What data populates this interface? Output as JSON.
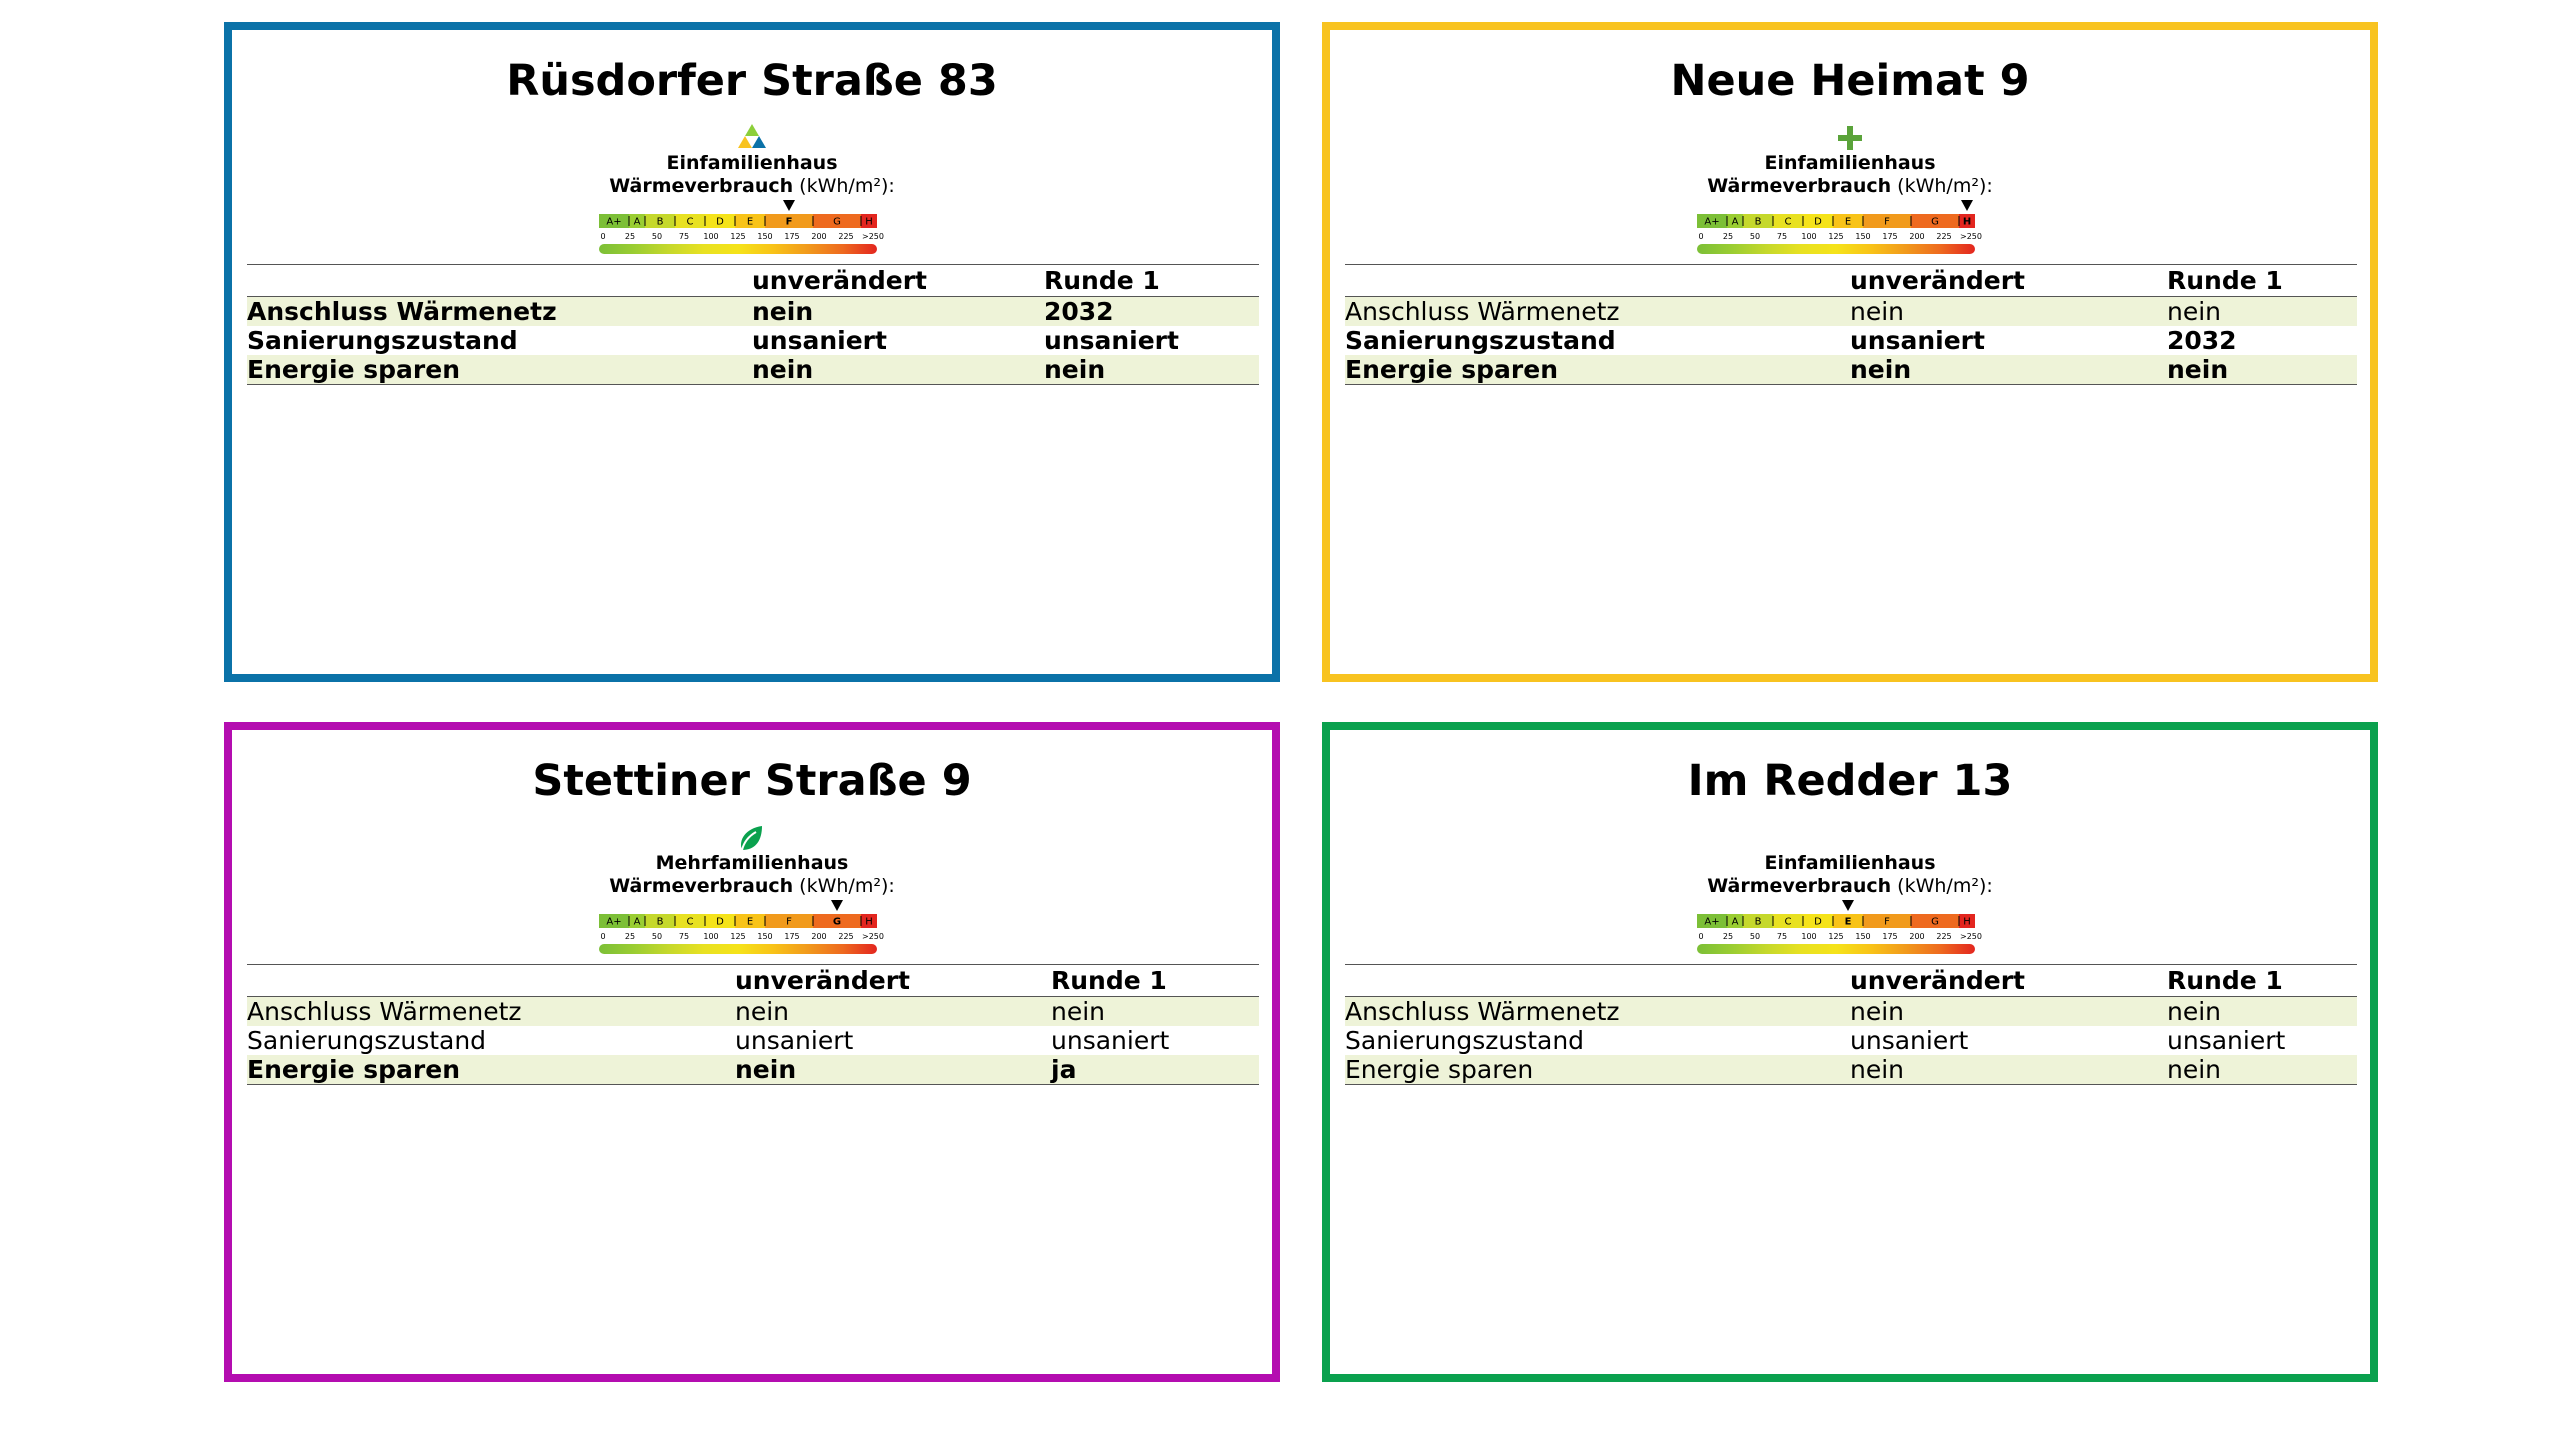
{
  "scale": {
    "classes": [
      "A+",
      "A",
      "B",
      "C",
      "D",
      "E",
      "F",
      "G",
      "H"
    ],
    "class_colors": [
      "#7cbf37",
      "#9acd32",
      "#c5d82c",
      "#e8e122",
      "#f5e31a",
      "#f8c318",
      "#f19a1c",
      "#ee6a1f",
      "#e3261f"
    ],
    "ticks": [
      "0",
      "25",
      "50",
      "75",
      "100",
      "125",
      "150",
      "175",
      "200",
      "225",
      ">250"
    ]
  },
  "cards": [
    {
      "title": "Rüsdorfer Straße 83",
      "icon": "triangle-cluster-icon",
      "frame_color": "#0b72a8",
      "building_type": "Einfamilienhaus",
      "consumption_label_bold": "Wärmeverbrauch",
      "consumption_label_unit": " (kWh/m²):",
      "current_class": "F",
      "headers": [
        "",
        "unverändert",
        "Runde 1"
      ],
      "rows": [
        {
          "label": "Anschluss Wärmenetz",
          "a": "nein",
          "b": "2032",
          "bold": true
        },
        {
          "label": "Sanierungszustand",
          "a": "unsaniert",
          "b": "unsaniert",
          "bold": true
        },
        {
          "label": "Energie sparen",
          "a": "nein",
          "b": "nein",
          "bold": true
        }
      ]
    },
    {
      "title": "Neue Heimat 9",
      "icon": "plus-icon",
      "frame_color": "#f8c320",
      "building_type": "Einfamilienhaus",
      "consumption_label_bold": "Wärmeverbrauch",
      "consumption_label_unit": " (kWh/m²):",
      "current_class": "H",
      "headers": [
        "",
        "unverändert",
        "Runde 1"
      ],
      "rows": [
        {
          "label": "Anschluss Wärmenetz",
          "a": "nein",
          "b": "nein",
          "bold": false
        },
        {
          "label": "Sanierungszustand",
          "a": "unsaniert",
          "b": "2032",
          "bold": true
        },
        {
          "label": "Energie sparen",
          "a": "nein",
          "b": "nein",
          "bold": true
        }
      ]
    },
    {
      "title": "Stettiner Straße 9",
      "icon": "leaf-icon",
      "frame_color": "#b40db0",
      "building_type": "Mehrfamilienhaus",
      "consumption_label_bold": "Wärmeverbrauch",
      "consumption_label_unit": " (kWh/m²):",
      "current_class": "G",
      "headers": [
        "",
        "unverändert",
        "Runde 1"
      ],
      "rows": [
        {
          "label": "Anschluss Wärmenetz",
          "a": "nein",
          "b": "nein",
          "bold": false
        },
        {
          "label": "Sanierungszustand",
          "a": "unsaniert",
          "b": "unsaniert",
          "bold": false
        },
        {
          "label": "Energie sparen",
          "a": "nein",
          "b": "ja",
          "bold": true
        }
      ]
    },
    {
      "title": "Im Redder 13",
      "icon": "",
      "frame_color": "#0aa14e",
      "building_type": "Einfamilienhaus",
      "consumption_label_bold": "Wärmeverbrauch",
      "consumption_label_unit": " (kWh/m²):",
      "current_class": "E",
      "headers": [
        "",
        "unverändert",
        "Runde 1"
      ],
      "rows": [
        {
          "label": "Anschluss Wärmenetz",
          "a": "nein",
          "b": "nein",
          "bold": false
        },
        {
          "label": "Sanierungszustand",
          "a": "unsaniert",
          "b": "unsaniert",
          "bold": false
        },
        {
          "label": "Energie sparen",
          "a": "nein",
          "b": "nein",
          "bold": false
        }
      ]
    }
  ]
}
